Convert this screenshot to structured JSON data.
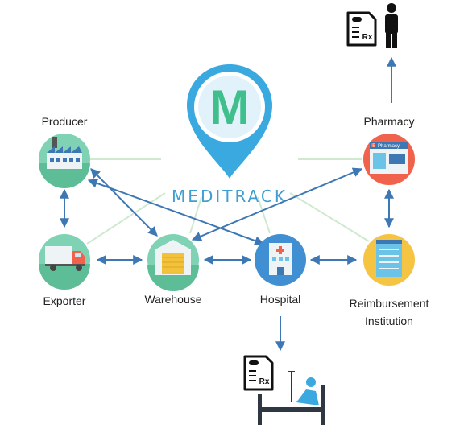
{
  "brand": {
    "letter": "M",
    "name": "MEDITRACK",
    "colors": {
      "pin": "#3aa9e0",
      "letter_green": "#3fbf8c",
      "text": "#3f9fd2"
    }
  },
  "nodes": [
    {
      "id": "producer",
      "label": "Producer",
      "icon": "factory-icon"
    },
    {
      "id": "pharmacy",
      "label": "Pharmacy",
      "icon": "pharmacy-store-icon",
      "sign": "Pharmacy",
      "sign_letter": "E"
    },
    {
      "id": "exporter",
      "label": "Exporter",
      "icon": "delivery-truck-icon"
    },
    {
      "id": "warehouse",
      "label": "Warehouse",
      "icon": "warehouse-icon"
    },
    {
      "id": "hospital",
      "label": "Hospital",
      "icon": "hospital-building-icon"
    },
    {
      "id": "reimbursement",
      "label": "Reimbursement Institution",
      "icon": "office-building-icon"
    }
  ],
  "end_points": [
    {
      "id": "customer",
      "icons": [
        "prescription-icon",
        "person-icon"
      ],
      "rx": "Rx"
    },
    {
      "id": "patient",
      "icons": [
        "prescription-icon",
        "hospital-bed-patient-icon"
      ],
      "rx": "Rx"
    }
  ],
  "connections": [
    {
      "from": "producer",
      "to": "exporter",
      "direction": "both"
    },
    {
      "from": "producer",
      "to": "warehouse",
      "direction": "both"
    },
    {
      "from": "producer",
      "to": "hospital",
      "direction": "both"
    },
    {
      "from": "exporter",
      "to": "warehouse",
      "direction": "both"
    },
    {
      "from": "warehouse",
      "to": "hospital",
      "direction": "both"
    },
    {
      "from": "hospital",
      "to": "reimbursement",
      "direction": "both"
    },
    {
      "from": "pharmacy",
      "to": "warehouse",
      "direction": "both"
    },
    {
      "from": "pharmacy",
      "to": "reimbursement",
      "direction": "both"
    },
    {
      "from": "pharmacy",
      "to": "customer",
      "direction": "forward"
    },
    {
      "from": "hospital",
      "to": "patient",
      "direction": "forward"
    }
  ],
  "colors": {
    "arrow": "#3d78b4",
    "link": "#cfe9cf"
  }
}
